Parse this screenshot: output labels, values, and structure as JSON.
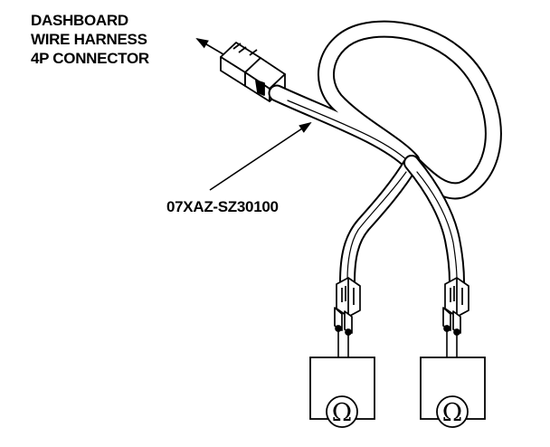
{
  "callouts": {
    "connector": [
      "DASHBOARD",
      "WIRE HARNESS",
      "4P CONNECTOR"
    ],
    "part_number": "07XAZ-SZ30100"
  },
  "meters": {
    "left_symbol": "Ω",
    "right_symbol": "Ω"
  },
  "colors": {
    "ink": "#000000",
    "background": "#ffffff"
  }
}
